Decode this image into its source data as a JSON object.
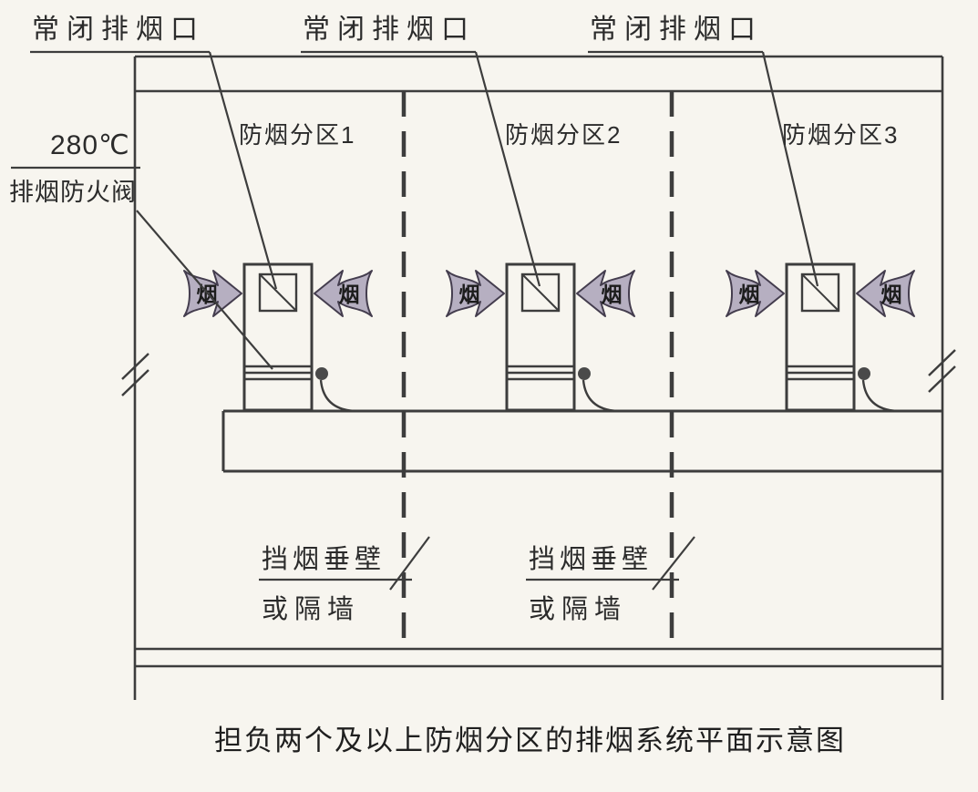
{
  "title": "担负两个及以上防烟分区的排烟系统平面示意图",
  "vent_labels": [
    {
      "label": "常闭排烟口"
    },
    {
      "label": "常闭排烟口"
    },
    {
      "label": "常闭排烟口"
    }
  ],
  "damper_label": {
    "temp": "280℃",
    "name": "排烟防火阀"
  },
  "zones": [
    {
      "label": "防烟分区1"
    },
    {
      "label": "防烟分区2"
    },
    {
      "label": "防烟分区3"
    }
  ],
  "smoke_label": "烟",
  "curtain_labels": [
    {
      "line1": "挡烟垂壁",
      "line2": "或隔墙"
    },
    {
      "line1": "挡烟垂壁",
      "line2": "或隔墙"
    }
  ],
  "colors": {
    "background": "#f7f5ef",
    "line": "#3d3d3d",
    "arrow_fill": "#b6afc1",
    "arrow_outline": "#443d4e",
    "text": "#2b2b2b"
  }
}
